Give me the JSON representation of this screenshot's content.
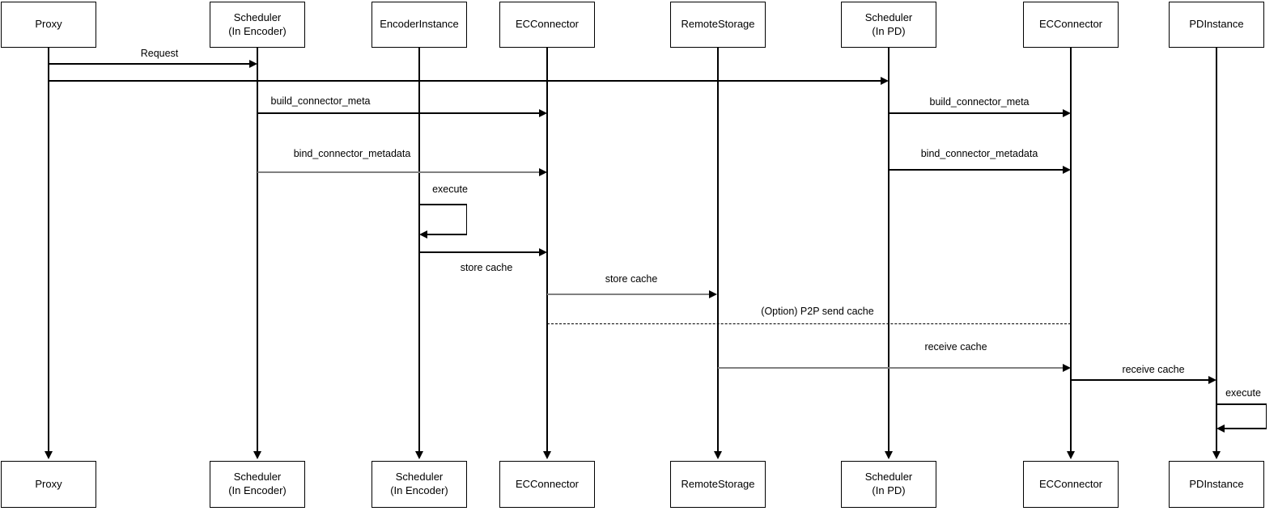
{
  "diagram": {
    "type": "sequence-diagram",
    "colors": {
      "background": "#ffffff",
      "line": "#000000",
      "secondary_line": "#808080",
      "box_fill": "#ffffff",
      "box_border": "#000000",
      "text": "#000000"
    },
    "participants": [
      {
        "id": "proxy",
        "top_label": "Proxy",
        "bottom_label": "Proxy"
      },
      {
        "id": "scheduler-encoder",
        "top_label": "Scheduler\n(In Encoder)",
        "bottom_label": "Scheduler\n(In Encoder)"
      },
      {
        "id": "encoder-instance",
        "top_label": "EncoderInstance",
        "bottom_label": "Scheduler\n(In Encoder)"
      },
      {
        "id": "ec-connector-enc",
        "top_label": "ECConnector",
        "bottom_label": "ECConnector"
      },
      {
        "id": "remote-storage",
        "top_label": "RemoteStorage",
        "bottom_label": "RemoteStorage"
      },
      {
        "id": "scheduler-pd",
        "top_label": "Scheduler\n(In PD)",
        "bottom_label": "Scheduler\n(In PD)"
      },
      {
        "id": "ec-connector-pd",
        "top_label": "ECConnector",
        "bottom_label": "ECConnector"
      },
      {
        "id": "pd-instance",
        "top_label": "PDInstance",
        "bottom_label": "PDInstance"
      }
    ],
    "messages": [
      {
        "label": "Request",
        "from": "Proxy",
        "to": "Scheduler (In Encoder)",
        "style": "solid"
      },
      {
        "label": "",
        "from": "Proxy",
        "to": "Scheduler (In PD)",
        "style": "solid"
      },
      {
        "label": "build_connector_meta",
        "from": "Scheduler (In Encoder)",
        "to": "ECConnector",
        "style": "solid"
      },
      {
        "label": "build_connector_meta",
        "from": "Scheduler (In PD)",
        "to": "ECConnector",
        "style": "solid"
      },
      {
        "label": "bind_connector_metadata",
        "from": "Scheduler (In Encoder)",
        "to": "ECConnector",
        "style": "solid-gray"
      },
      {
        "label": "bind_connector_metadata",
        "from": "Scheduler (In PD)",
        "to": "ECConnector",
        "style": "solid"
      },
      {
        "label": "execute",
        "from": "EncoderInstance",
        "to": "EncoderInstance",
        "style": "self-loop"
      },
      {
        "label": "store cache",
        "from": "EncoderInstance",
        "to": "ECConnector",
        "style": "solid"
      },
      {
        "label": "store cache",
        "from": "ECConnector",
        "to": "RemoteStorage",
        "style": "solid-gray"
      },
      {
        "label": "(Option) P2P send cache",
        "from": "ECConnector",
        "to": "ECConnector",
        "style": "dashed"
      },
      {
        "label": "receive cache",
        "from": "RemoteStorage",
        "to": "ECConnector",
        "style": "solid-gray"
      },
      {
        "label": "receive cache",
        "from": "ECConnector",
        "to": "PDInstance",
        "style": "solid"
      },
      {
        "label": "execute",
        "from": "PDInstance",
        "to": "PDInstance",
        "style": "self-loop"
      }
    ]
  }
}
